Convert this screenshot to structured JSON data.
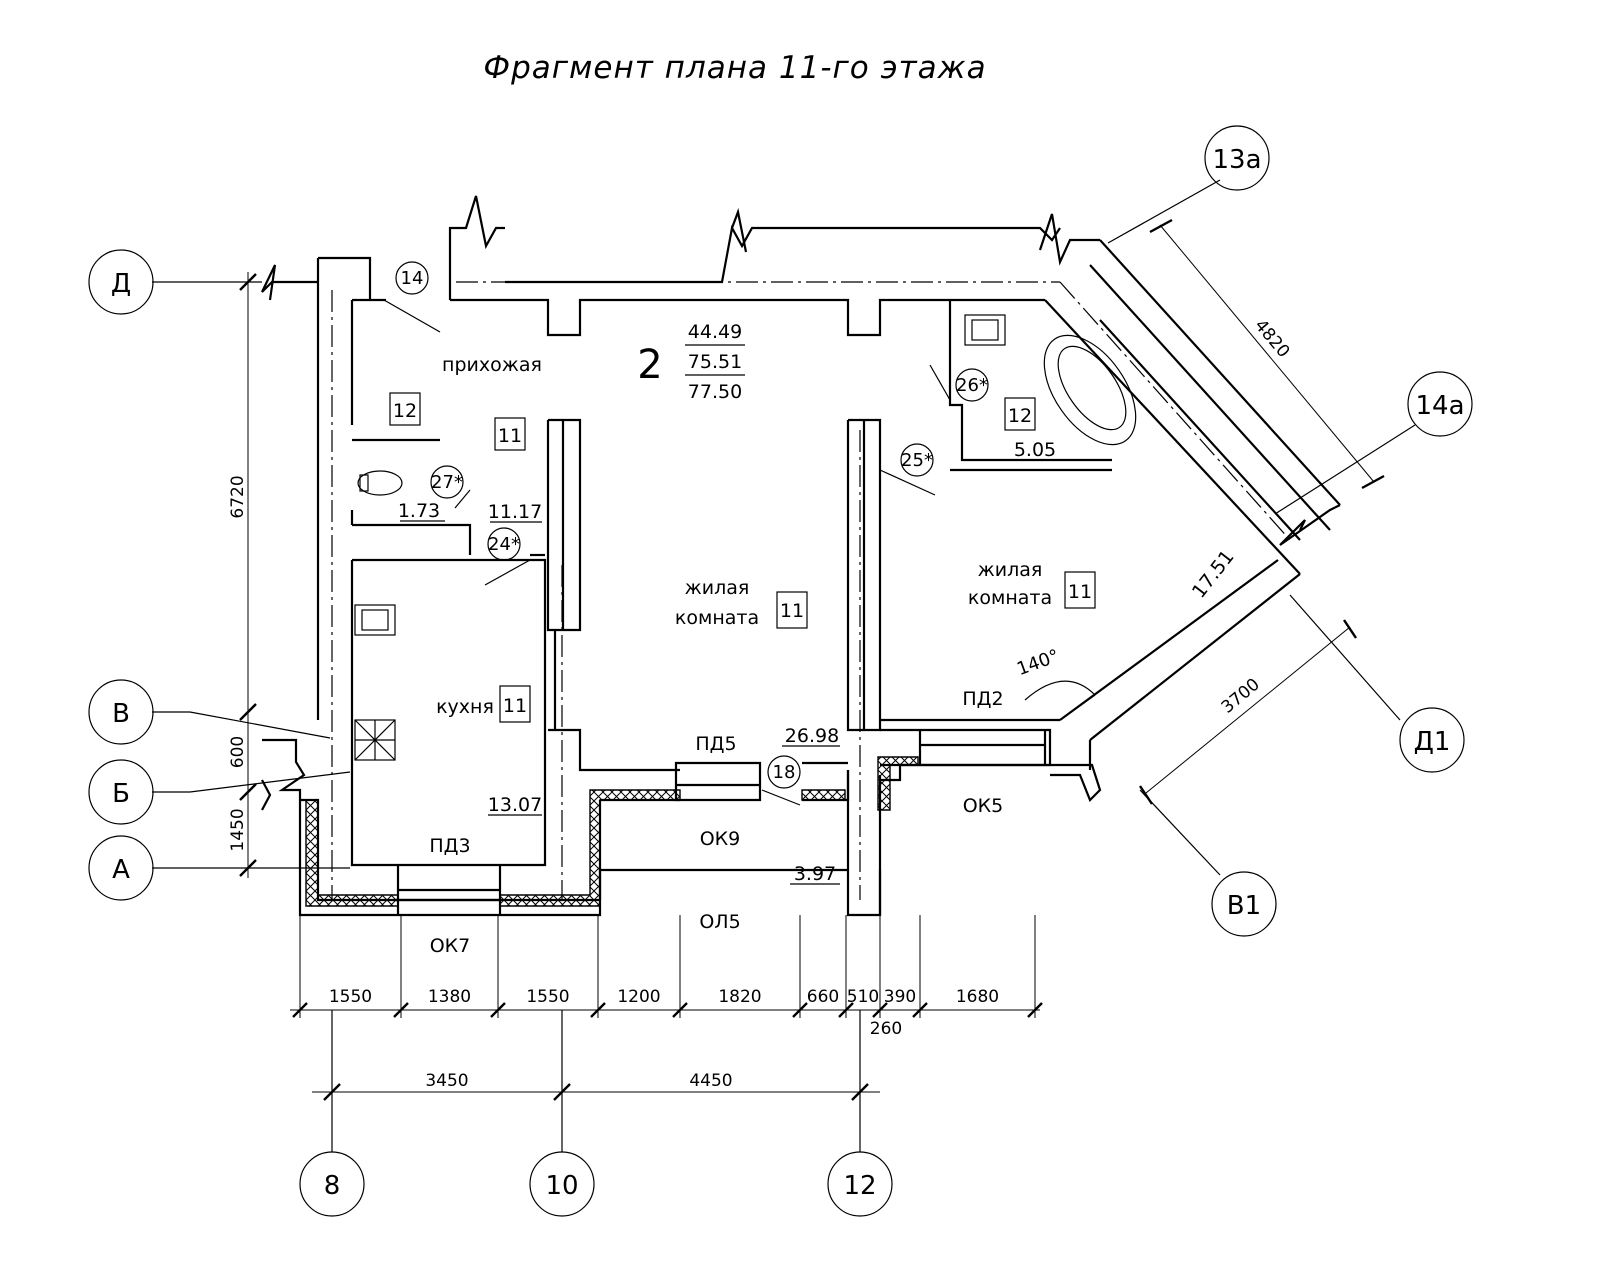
{
  "title": "Фрагмент плана 11-го этажа",
  "apartment": {
    "number": "2",
    "area_living": "44.49",
    "area_total": "75.51",
    "area_with_balcony": "77.50"
  },
  "rooms": {
    "hall": {
      "label": "прихожая",
      "code": "11",
      "area": "11.17"
    },
    "wc": {
      "code": "12",
      "area": "1.73"
    },
    "bath": {
      "code": "12",
      "area": "5.05"
    },
    "kitchen": {
      "label": "кухня",
      "code": "11",
      "area": "13.07"
    },
    "living1": {
      "label1": "жилая",
      "label2": "комната",
      "code": "11",
      "area": "26.98"
    },
    "living2": {
      "label1": "жилая",
      "label2": "комната",
      "code": "11",
      "area": "17.51"
    },
    "loggia": {
      "area": "3.97"
    }
  },
  "marks": {
    "m14": "14",
    "m18": "18",
    "m24": "24*",
    "m25": "25*",
    "m26": "26*",
    "m27": "27*"
  },
  "openings": {
    "pd2": "ПД2",
    "pd3": "ПД3",
    "pd5": "ПД5",
    "ok5": "ОК5",
    "ok7": "ОК7",
    "ok9": "ОК9",
    "ol5": "ОЛ5"
  },
  "angle": "140°",
  "axes": {
    "d": "Д",
    "v": "В",
    "b": "Б",
    "a": "А",
    "a8": "8",
    "a10": "10",
    "a12": "12",
    "a13a": "13а",
    "a14a": "14а",
    "d1": "Д1",
    "v1": "В1"
  },
  "dimensions": {
    "left_6720": "6720",
    "left_600": "600",
    "left_1450": "1450",
    "chain": [
      "1550",
      "1380",
      "1550",
      "1200",
      "1820",
      "660",
      "510",
      "390",
      "1680"
    ],
    "below_260": "260",
    "span_3450": "3450",
    "span_4450": "4450",
    "diag_4820": "4820",
    "diag_3700": "3700"
  }
}
